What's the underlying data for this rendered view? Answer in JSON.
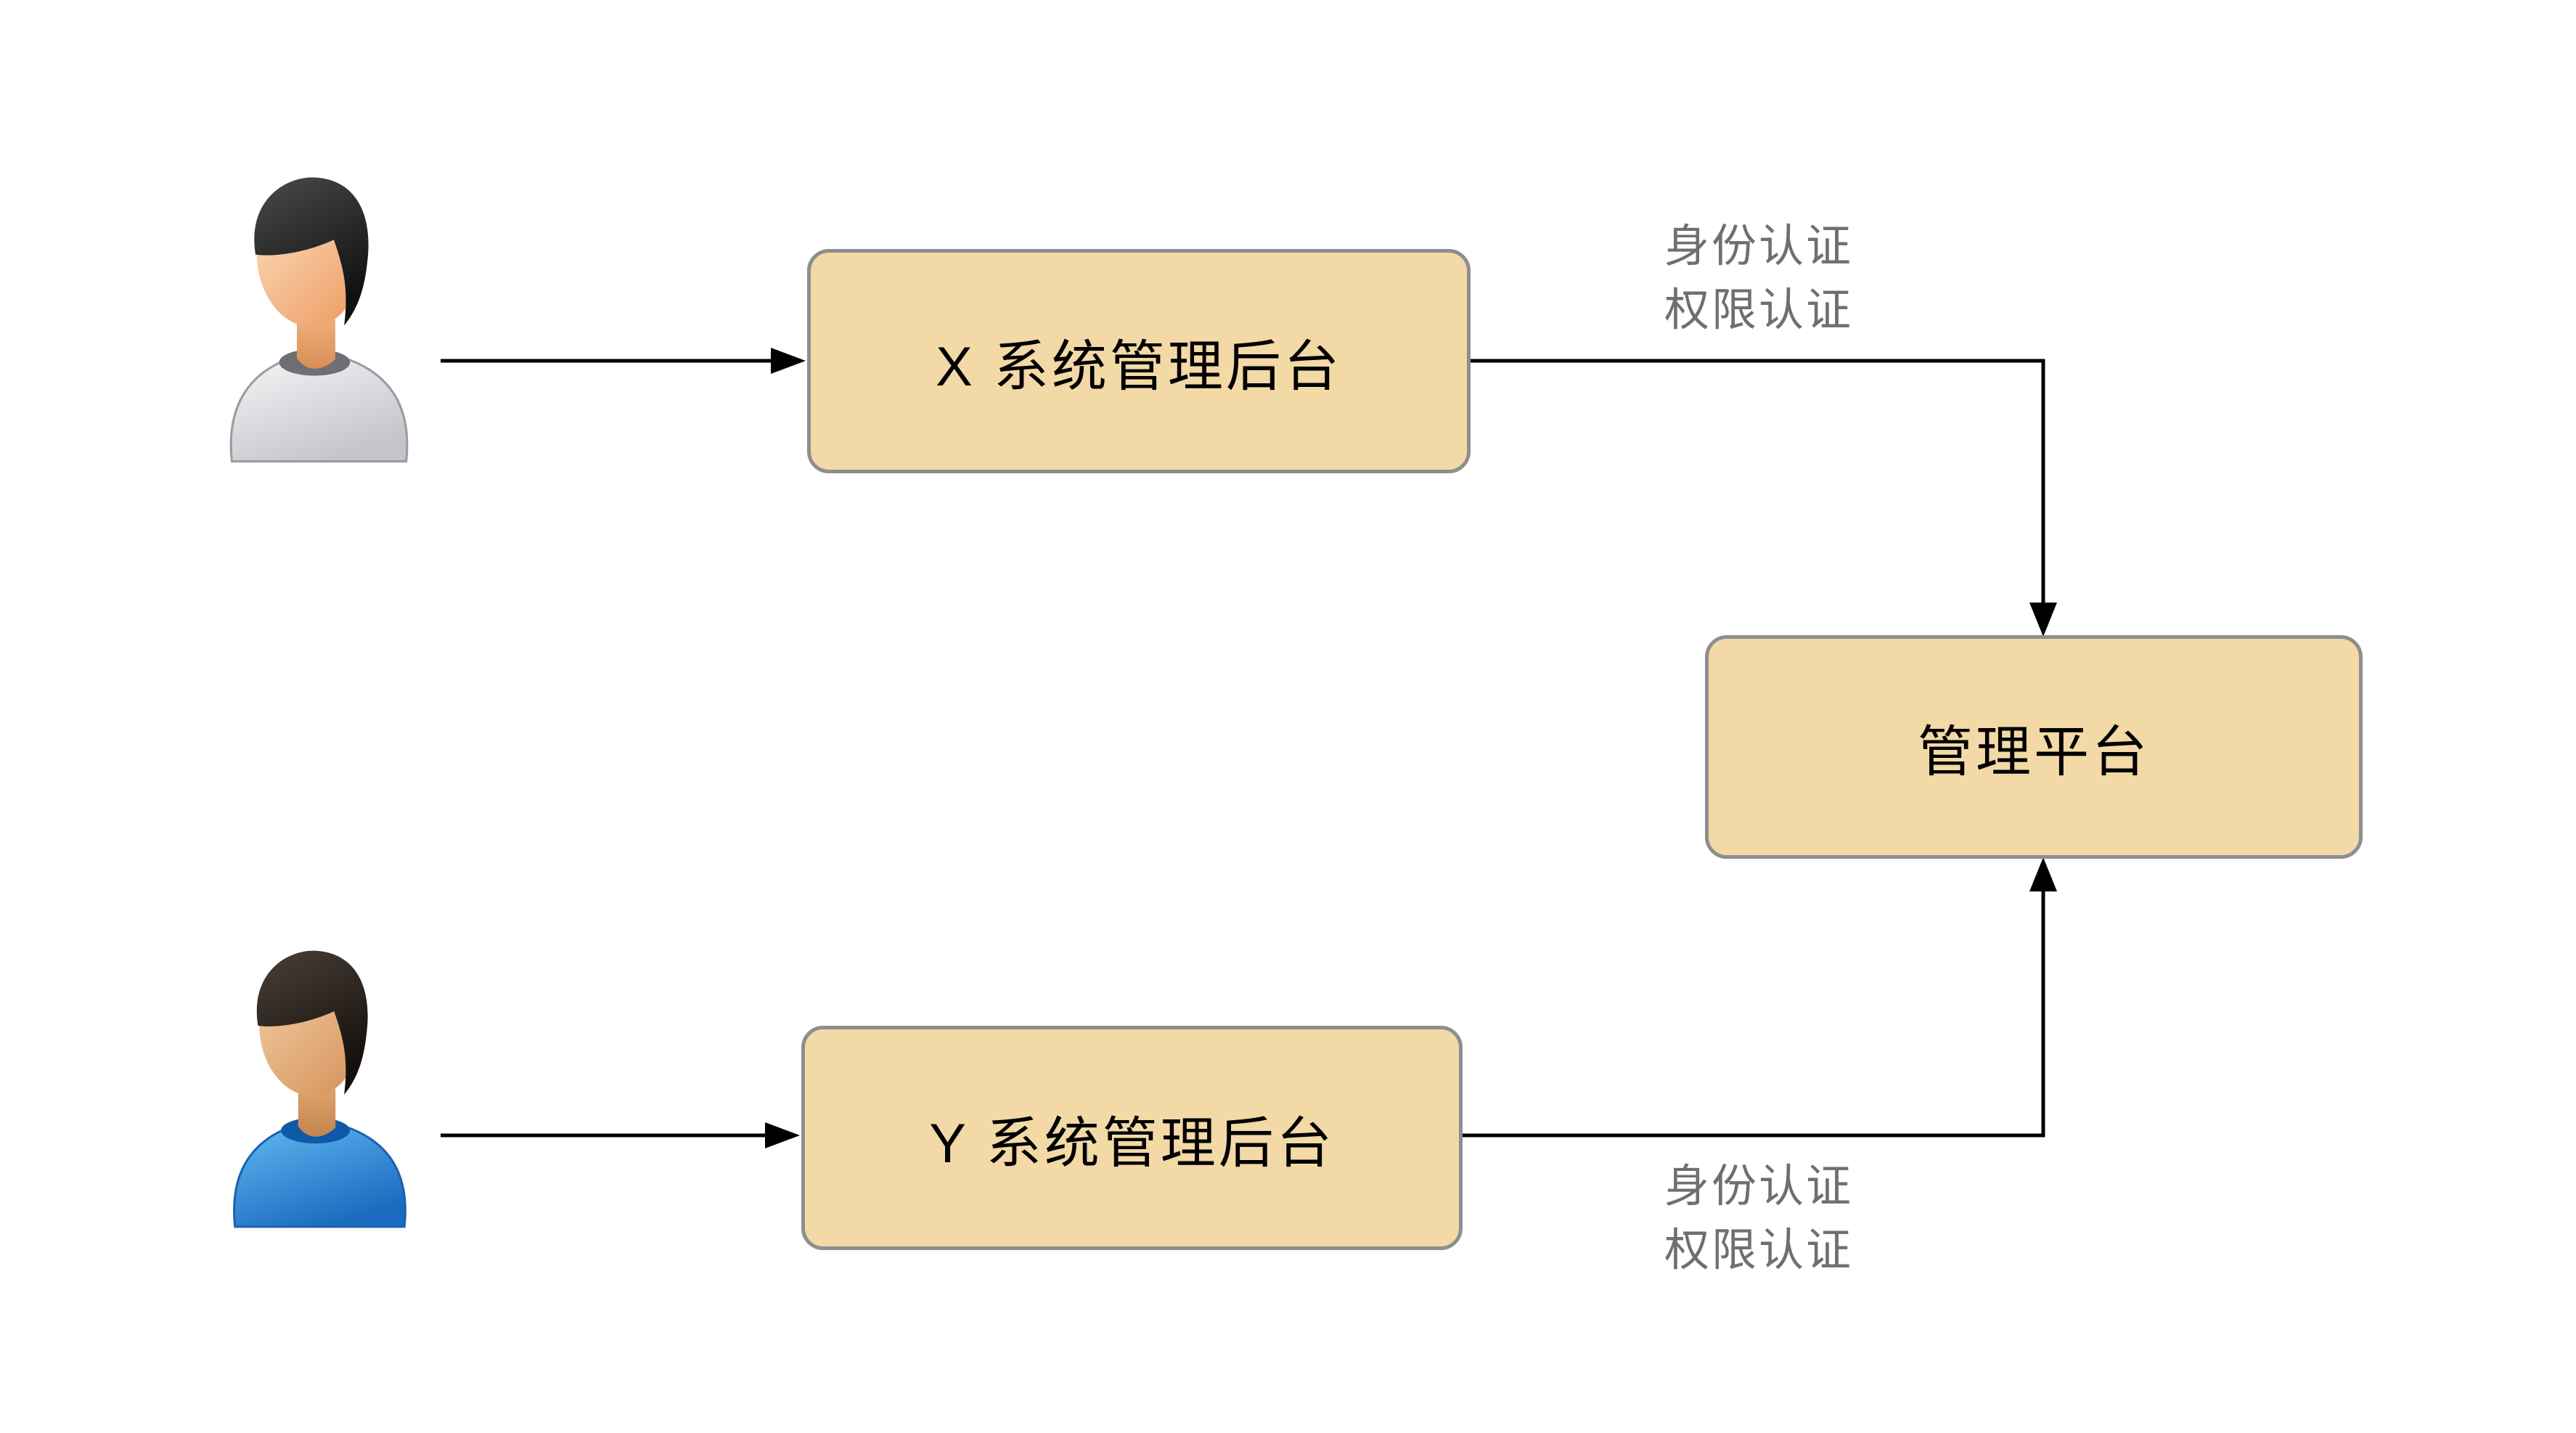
{
  "diagram": {
    "nodes": [
      {
        "id": "x-system",
        "label": "X 系统管理后台"
      },
      {
        "id": "y-system",
        "label": "Y 系统管理后台"
      },
      {
        "id": "platform",
        "label": "管理平台"
      }
    ],
    "edge_labels": {
      "top": {
        "line1": "身份认证",
        "line2": "权限认证"
      },
      "bottom": {
        "line1": "身份认证",
        "line2": "权限认证"
      }
    },
    "actors": [
      {
        "id": "user-x",
        "icon": "person-icon",
        "shirt_color": "#D9D9DE"
      },
      {
        "id": "user-y",
        "icon": "person-icon",
        "shirt_color": "#2E8FDC"
      }
    ],
    "colors": {
      "background": "#FFFFFF",
      "node_fill": "#F2D9A6",
      "node_border": "#8E8E8E",
      "node_text": "#000000",
      "arrow": "#000000",
      "edge_label_text": "#6F6F6F"
    }
  }
}
